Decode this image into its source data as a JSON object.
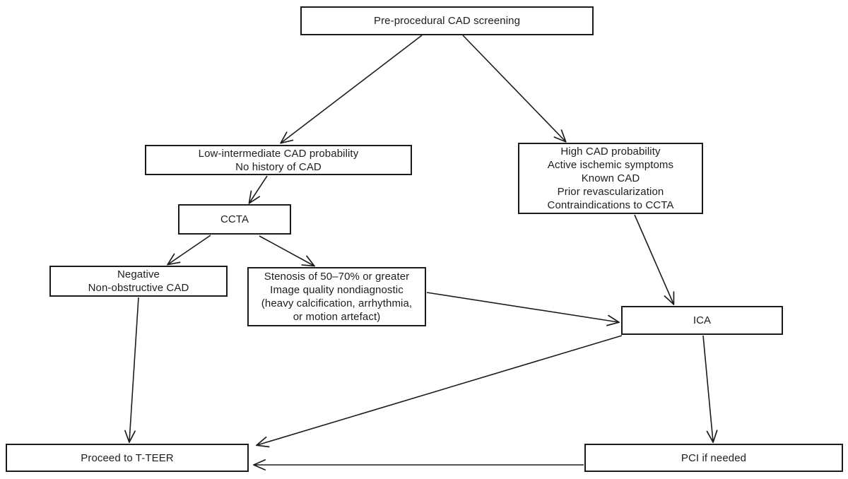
{
  "diagram": {
    "type": "flowchart",
    "title": "Pre-procedural CAD screening",
    "colors": {
      "background": "#ffffff",
      "stroke": "#1c1c1c",
      "text": "#1d1d1d",
      "node_fill": "#ffffff"
    },
    "nodes": {
      "screening": {
        "lines": [
          "Pre-procedural CAD screening"
        ]
      },
      "low_intermediate": {
        "lines": [
          "Low-intermediate CAD probability",
          "No history of CAD"
        ]
      },
      "high_risk": {
        "lines": [
          "High CAD probability",
          "Active ischemic symptoms",
          "Known CAD",
          "Prior revascularization",
          "Contraindications to CCTA"
        ]
      },
      "ccta": {
        "lines": [
          "CCTA"
        ]
      },
      "negative": {
        "lines": [
          "Negative",
          "Non-obstructive CAD"
        ]
      },
      "stenosis": {
        "lines": [
          "Stenosis of 50–70% or greater",
          "Image quality nondiagnostic",
          "(heavy calcification, arrhythmia,",
          "or motion artefact)"
        ]
      },
      "ica": {
        "lines": [
          "ICA"
        ]
      },
      "tteer": {
        "lines": [
          "Proceed to T-TEER"
        ]
      },
      "pci": {
        "lines": [
          "PCI if needed"
        ]
      }
    },
    "edges": [
      {
        "from": "screening",
        "to": "low_intermediate"
      },
      {
        "from": "screening",
        "to": "high_risk"
      },
      {
        "from": "low_intermediate",
        "to": "ccta"
      },
      {
        "from": "ccta",
        "to": "negative"
      },
      {
        "from": "ccta",
        "to": "stenosis"
      },
      {
        "from": "high_risk",
        "to": "ica"
      },
      {
        "from": "stenosis",
        "to": "ica"
      },
      {
        "from": "negative",
        "to": "tteer"
      },
      {
        "from": "ica",
        "to": "pci"
      },
      {
        "from": "ica",
        "to": "tteer"
      },
      {
        "from": "pci",
        "to": "tteer"
      }
    ]
  }
}
